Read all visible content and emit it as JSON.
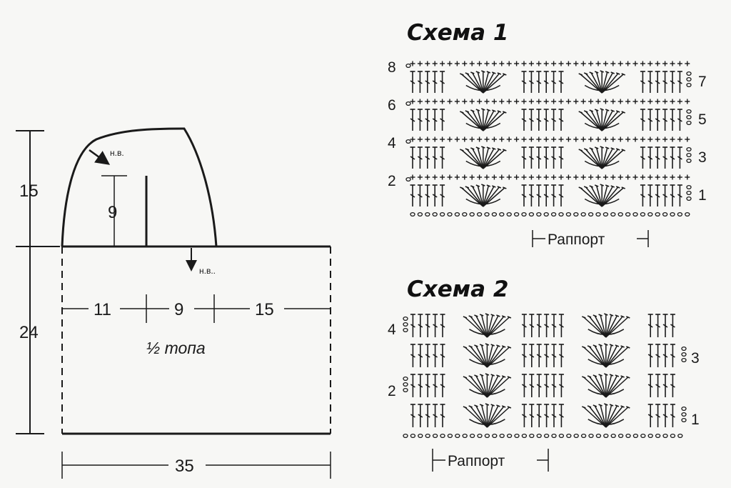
{
  "pattern": {
    "dimensions": {
      "yoke_height": "15",
      "body_height": "24",
      "bottom_width": "35",
      "left_part": "11",
      "mid_part": "9",
      "right_part": "15",
      "slit_height": "9"
    },
    "marks": {
      "nv_upper": "н.в.",
      "nv_lower": "н.в.."
    },
    "piece_label": "½ топа"
  },
  "scheme1": {
    "title": "Схема 1",
    "rows_left": [
      "8",
      "6",
      "4",
      "2"
    ],
    "rows_right": [
      "7",
      "5",
      "3",
      "1"
    ],
    "repeat_label": "Раппорт"
  },
  "scheme2": {
    "title": "Схема 2",
    "rows_left": [
      "4",
      "2"
    ],
    "rows_right": [
      "3",
      "1"
    ],
    "repeat_label": "Раппорт"
  },
  "stitch_symbols": [
    "chain-stitch-icon",
    "single-crochet-icon",
    "double-crochet-icon",
    "fan-stitch-icon"
  ]
}
